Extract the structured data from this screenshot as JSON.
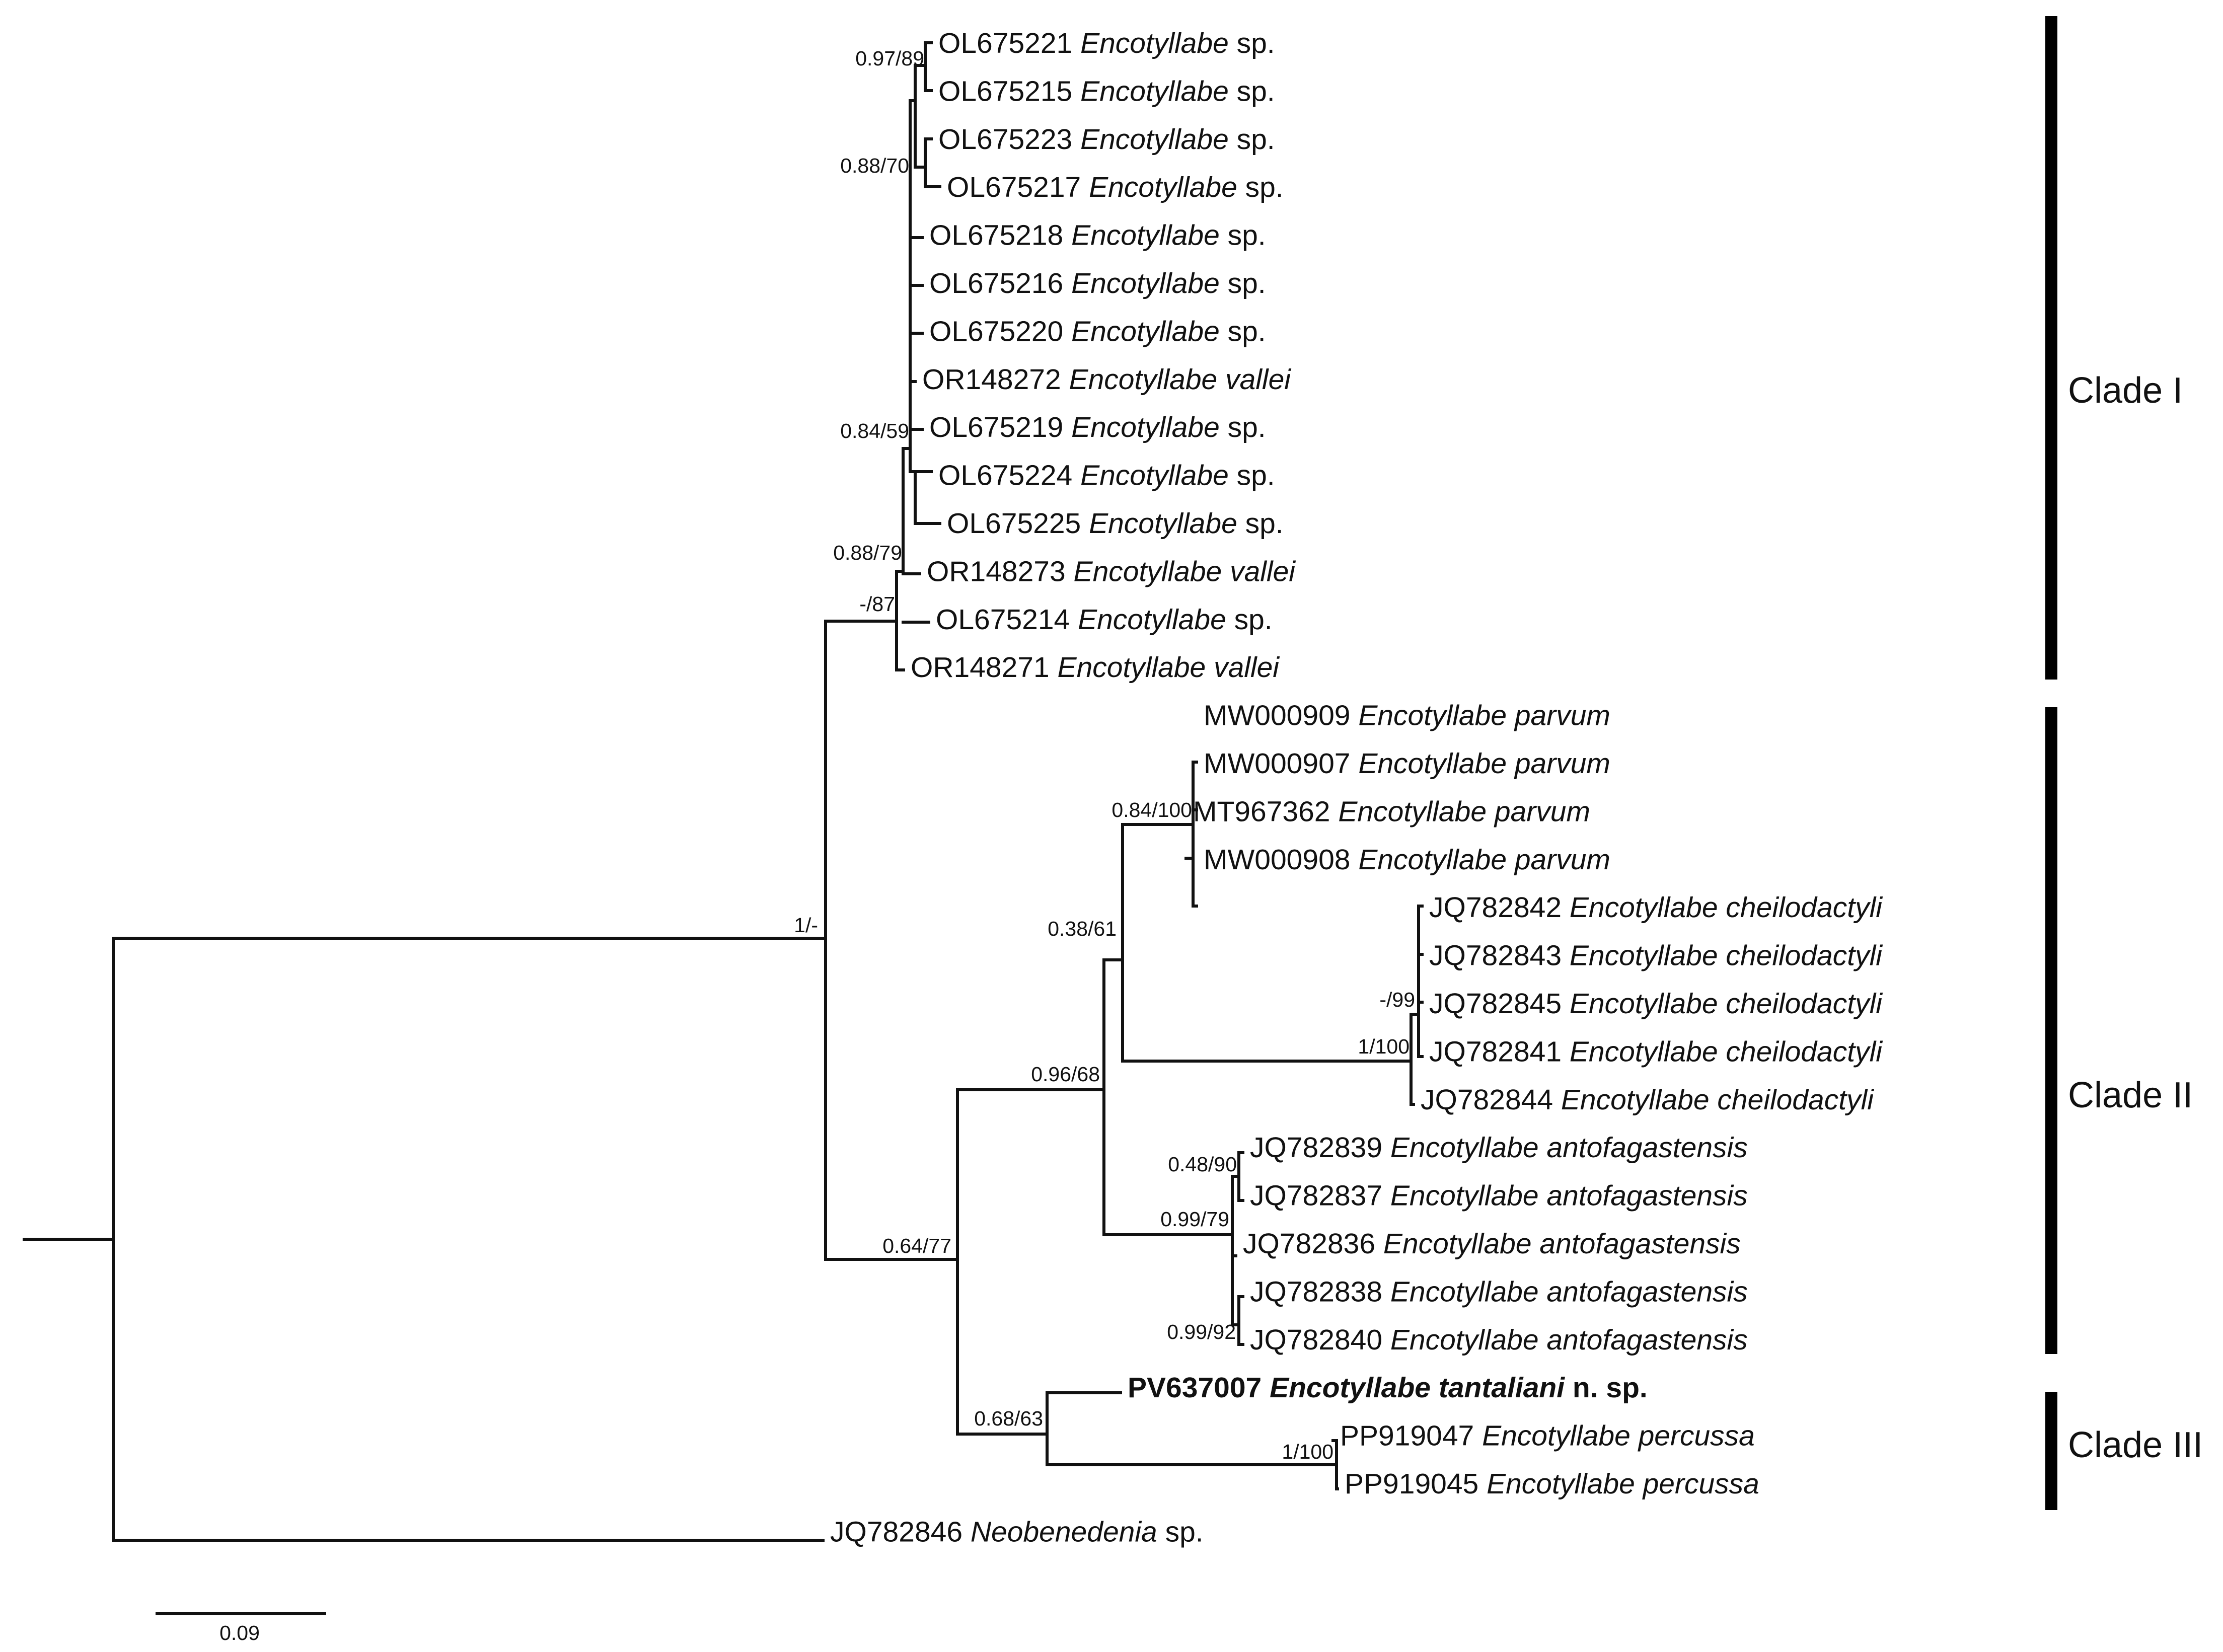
{
  "leaves": [
    {
      "id": "OL675221",
      "acc": "OL675221",
      "species": "Encotyllabe",
      "suffix": "sp."
    },
    {
      "id": "OL675215",
      "acc": "OL675215",
      "species": "Encotyllabe",
      "suffix": "sp."
    },
    {
      "id": "OL675223",
      "acc": "OL675223",
      "species": "Encotyllabe",
      "suffix": "sp."
    },
    {
      "id": "OL675217",
      "acc": "OL675217",
      "species": "Encotyllabe",
      "suffix": "sp."
    },
    {
      "id": "OL675218",
      "acc": "OL675218",
      "species": "Encotyllabe",
      "suffix": "sp."
    },
    {
      "id": "OL675216",
      "acc": "OL675216",
      "species": "Encotyllabe",
      "suffix": "sp."
    },
    {
      "id": "OL675220",
      "acc": "OL675220",
      "species": "Encotyllabe",
      "suffix": "sp."
    },
    {
      "id": "OR148272",
      "acc": "OR148272",
      "species": "Encotyllabe vallei",
      "suffix": ""
    },
    {
      "id": "OL675219",
      "acc": "OL675219",
      "species": "Encotyllabe",
      "suffix": "sp."
    },
    {
      "id": "OL675224",
      "acc": "OL675224",
      "species": "Encotyllabe",
      "suffix": "sp."
    },
    {
      "id": "OL675225",
      "acc": "OL675225",
      "species": "Encotyllabe",
      "suffix": "sp."
    },
    {
      "id": "OR148273",
      "acc": "OR148273",
      "species": "Encotyllabe vallei",
      "suffix": ""
    },
    {
      "id": "OL675214",
      "acc": "OL675214",
      "species": "Encotyllabe",
      "suffix": "sp."
    },
    {
      "id": "OR148271",
      "acc": "OR148271",
      "species": "Encotyllabe vallei",
      "suffix": ""
    },
    {
      "id": "MW000909",
      "acc": "MW000909",
      "species": "Encotyllabe parvum",
      "suffix": ""
    },
    {
      "id": "MW000907",
      "acc": "MW000907",
      "species": "Encotyllabe parvum",
      "suffix": ""
    },
    {
      "id": "MT967362",
      "acc": "MT967362",
      "species": "Encotyllabe parvum",
      "suffix": ""
    },
    {
      "id": "MW000908",
      "acc": "MW000908",
      "species": "Encotyllabe parvum",
      "suffix": ""
    },
    {
      "id": "JQ782842",
      "acc": "JQ782842",
      "species": "Encotyllabe cheilodactyli",
      "suffix": ""
    },
    {
      "id": "JQ782843",
      "acc": "JQ782843",
      "species": "Encotyllabe cheilodactyli",
      "suffix": ""
    },
    {
      "id": "JQ782845",
      "acc": "JQ782845",
      "species": "Encotyllabe cheilodactyli",
      "suffix": ""
    },
    {
      "id": "JQ782841",
      "acc": "JQ782841",
      "species": "Encotyllabe cheilodactyli",
      "suffix": ""
    },
    {
      "id": "JQ782844",
      "acc": "JQ782844",
      "species": "Encotyllabe cheilodactyli",
      "suffix": ""
    },
    {
      "id": "JQ782839",
      "acc": "JQ782839",
      "species": "Encotyllabe antofagastensis",
      "suffix": ""
    },
    {
      "id": "JQ782837",
      "acc": "JQ782837",
      "species": "Encotyllabe antofagastensis",
      "suffix": ""
    },
    {
      "id": "JQ782836",
      "acc": "JQ782836",
      "species": "Encotyllabe antofagastensis",
      "suffix": ""
    },
    {
      "id": "JQ782838",
      "acc": "JQ782838",
      "species": "Encotyllabe antofagastensis",
      "suffix": ""
    },
    {
      "id": "JQ782840",
      "acc": "JQ782840",
      "species": "Encotyllabe antofagastensis",
      "suffix": ""
    },
    {
      "id": "PV637007",
      "acc": "PV637007",
      "species": "Encotyllabe tantaliani",
      "suffix": "n. sp.",
      "bold": true
    },
    {
      "id": "PP919047",
      "acc": "PP919047",
      "species": "Encotyllabe percussa",
      "suffix": ""
    },
    {
      "id": "PP919045",
      "acc": "PP919045",
      "species": "Encotyllabe percussa",
      "suffix": ""
    },
    {
      "id": "JQ782846",
      "acc": "JQ782846",
      "species": "Neobenedenia",
      "suffix": "sp."
    }
  ],
  "support_values": [
    {
      "id": "s1",
      "text": "0.97/89"
    },
    {
      "id": "s2",
      "text": "0.88/70"
    },
    {
      "id": "s3",
      "text": "0.84/59"
    },
    {
      "id": "s4",
      "text": "0.88/79"
    },
    {
      "id": "s5",
      "text": "-/87"
    },
    {
      "id": "s6",
      "text": "1/-"
    },
    {
      "id": "s7",
      "text": "0.84/100"
    },
    {
      "id": "s8",
      "text": "0.38/61"
    },
    {
      "id": "s9",
      "text": "-/99"
    },
    {
      "id": "s10",
      "text": "1/100"
    },
    {
      "id": "s11",
      "text": "0.96/68"
    },
    {
      "id": "s12",
      "text": "0.48/90"
    },
    {
      "id": "s13",
      "text": "0.99/79"
    },
    {
      "id": "s14",
      "text": "0.64/77"
    },
    {
      "id": "s15",
      "text": "0.99/92"
    },
    {
      "id": "s16",
      "text": "0.68/63"
    },
    {
      "id": "s17",
      "text": "1/100"
    }
  ],
  "clades": [
    {
      "id": "clade-1",
      "label": "Clade I"
    },
    {
      "id": "clade-2",
      "label": "Clade II"
    },
    {
      "id": "clade-3",
      "label": "Clade III"
    }
  ],
  "scale_bar": {
    "label": "0.09",
    "value": 0.09
  },
  "colors": {
    "ink": "#111111",
    "background": "#ffffff"
  }
}
